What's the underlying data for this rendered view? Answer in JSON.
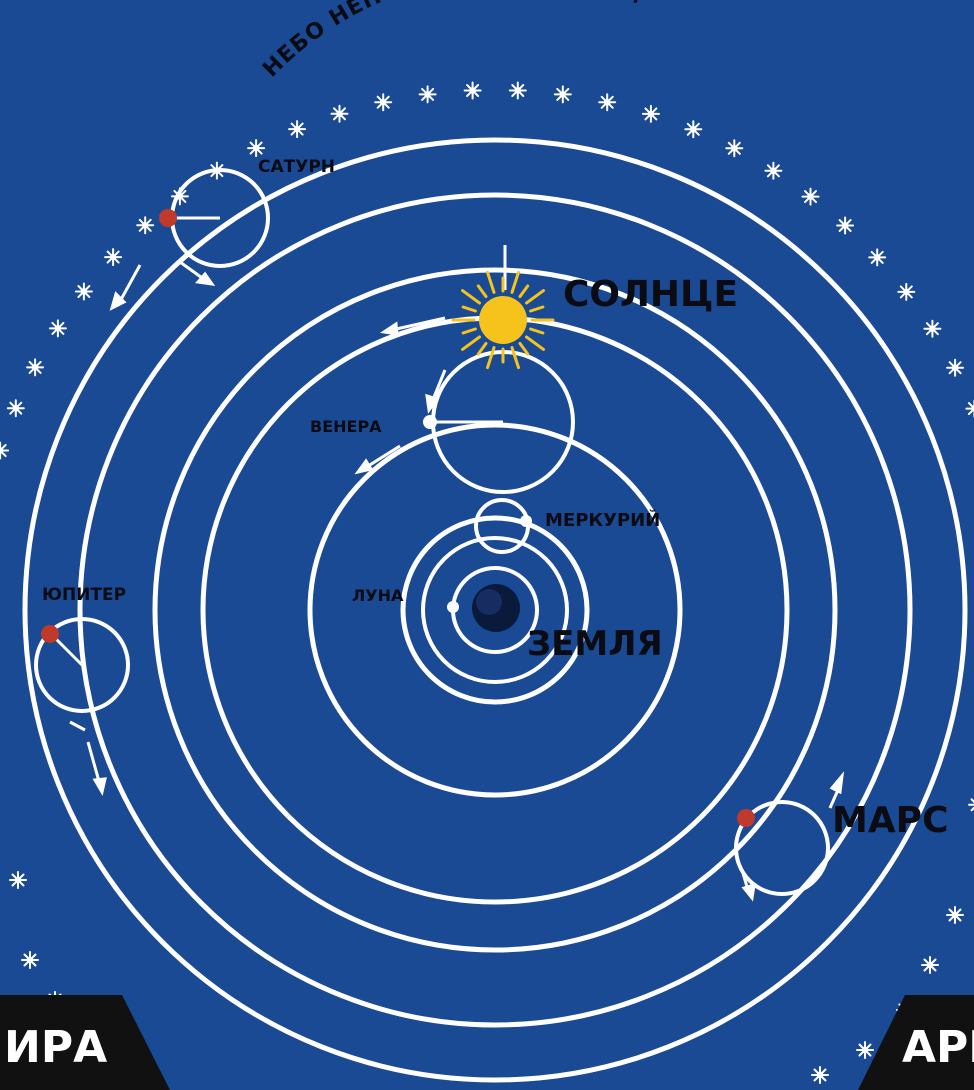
{
  "colors": {
    "background": "#1a4a94",
    "orbit": "#ffffff",
    "label": "#0b0b14",
    "sun": "#f6c21c",
    "planet_marker": "#c0392b",
    "earth": "#0a1a3c",
    "banner": "#111111",
    "banner_text": "#ffffff"
  },
  "arc_title": "НЕБО НЕПОДВИЖНЫХ ЗВЕЗД",
  "labels": {
    "saturn": "САТУРН",
    "sun": "СОЛНЦЕ",
    "venus": "ВЕНЕРА",
    "mercury": "МЕРКУРИЙ",
    "moon": "ЛУНА",
    "earth": "ЗЕМЛЯ",
    "jupiter": "ЮПИТЕР",
    "mars": "МАРС"
  },
  "banners": {
    "left": "ИРА",
    "right": "АРИ"
  },
  "icons": [
    "star-icon",
    "sun-icon",
    "earth-icon",
    "orbit-arrow-icon"
  ]
}
